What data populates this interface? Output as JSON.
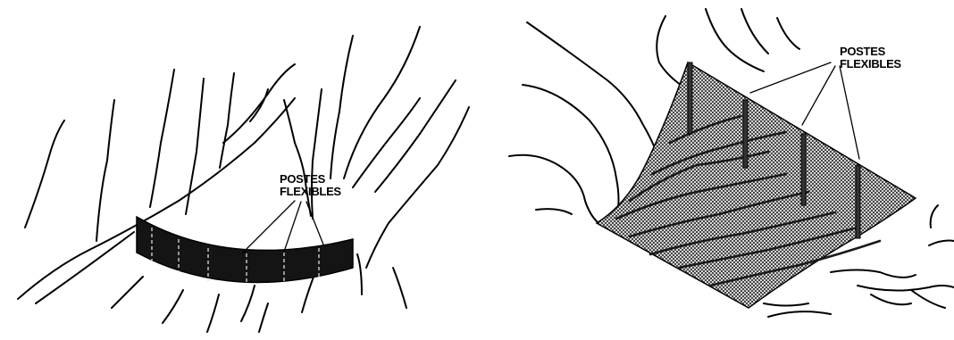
{
  "left_figure": {
    "label_line1": "POSTES",
    "label_line2": "FLEXIBLES"
  },
  "right_figure": {
    "label_line1": "POSTES",
    "label_line2": "FLEXIBLES"
  }
}
